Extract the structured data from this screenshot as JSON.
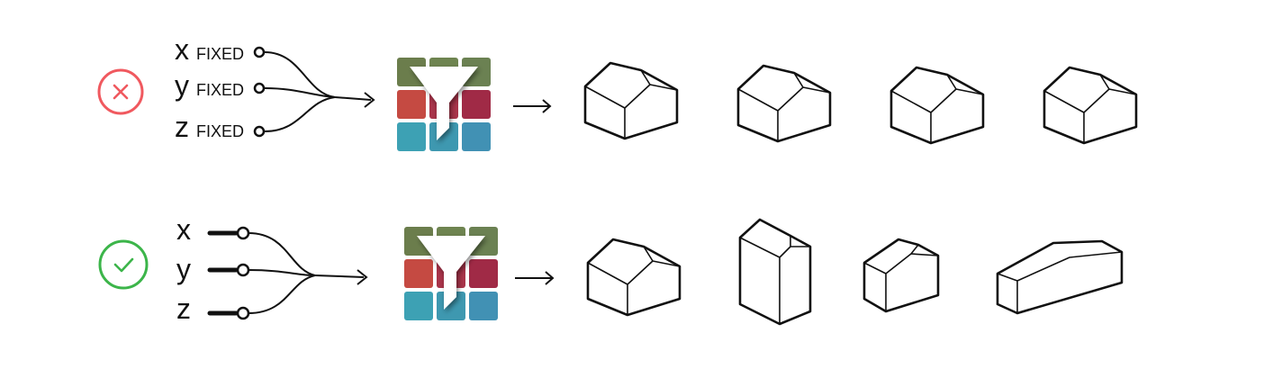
{
  "rows": [
    {
      "status": "rejected",
      "status_icon": "cross-icon",
      "status_color": "#f0595f",
      "variables": [
        {
          "letter": "x",
          "tag": "FIXED"
        },
        {
          "letter": "y",
          "tag": "FIXED"
        },
        {
          "letter": "z",
          "tag": "FIXED"
        }
      ]
    },
    {
      "status": "accepted",
      "status_icon": "check-icon",
      "status_color": "#3cb54a",
      "variables": [
        {
          "letter": "x",
          "tag": ""
        },
        {
          "letter": "y",
          "tag": ""
        },
        {
          "letter": "z",
          "tag": ""
        }
      ]
    }
  ],
  "filter_icon": "funnel-filter-icon",
  "grid_colors": {
    "top": [
      "#6b7d4c",
      "#6e8450",
      "#6b8152"
    ],
    "middle": [
      "#c54a42",
      "#a8344a",
      "#a02a46"
    ],
    "bottom": [
      "#3da1b4",
      "#3e98b0",
      "#4191b4"
    ]
  },
  "funnel_color": "#ffffff"
}
